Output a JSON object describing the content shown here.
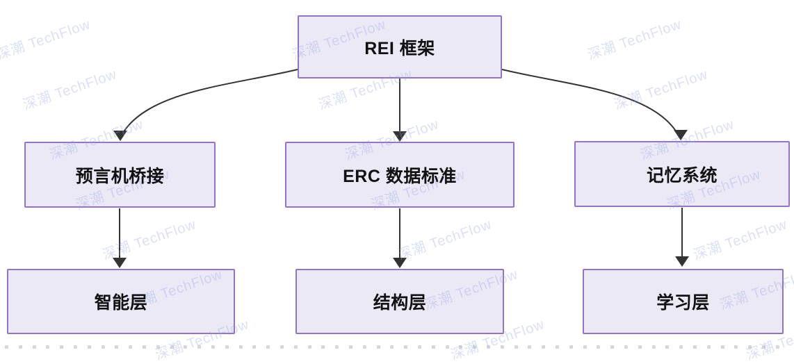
{
  "diagram": {
    "nodes": [
      {
        "id": "root",
        "label": "REI 框架"
      },
      {
        "id": "oracle",
        "label": "预言机桥接"
      },
      {
        "id": "erc",
        "label": "ERC 数据标准"
      },
      {
        "id": "memory",
        "label": "记忆系统"
      },
      {
        "id": "intelligence",
        "label": "智能层"
      },
      {
        "id": "structure",
        "label": "结构层"
      },
      {
        "id": "learning",
        "label": "学习层"
      }
    ],
    "edges": [
      {
        "from": "root",
        "to": "oracle"
      },
      {
        "from": "root",
        "to": "erc"
      },
      {
        "from": "root",
        "to": "memory"
      },
      {
        "from": "oracle",
        "to": "intelligence"
      },
      {
        "from": "erc",
        "to": "structure"
      },
      {
        "from": "memory",
        "to": "learning"
      }
    ]
  },
  "watermark": {
    "text": "深潮 TechFlow"
  },
  "colors": {
    "node_fill": "#ece9f7",
    "node_border": "#9673c2",
    "node_text": "#111111",
    "arrow": "#333333",
    "watermark": "rgba(140,162,226,0.32)",
    "dot": "#d6d6db"
  }
}
